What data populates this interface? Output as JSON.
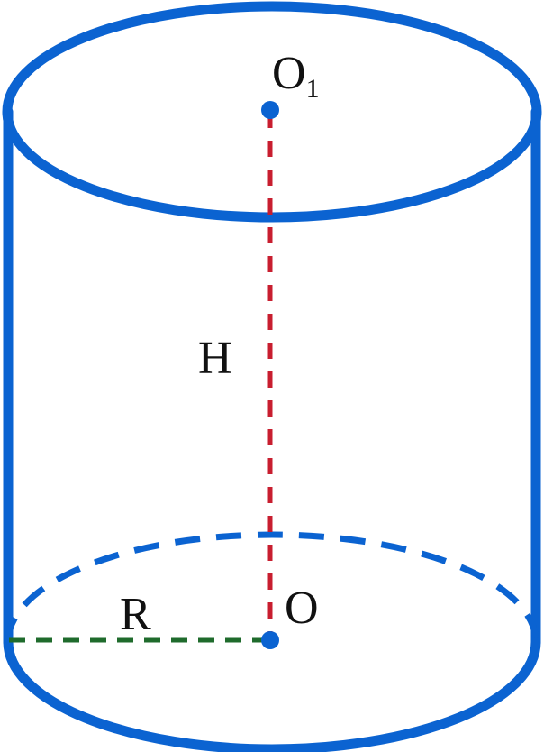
{
  "figure": {
    "labels": {
      "top_center": "O",
      "top_center_subscript": "1",
      "bottom_center": "O",
      "height": "H",
      "radius": "R"
    },
    "colors": {
      "outline": "#0b63d1",
      "height_line": "#c81e2f",
      "radius_line": "#1f6b2c",
      "text": "#111111"
    }
  }
}
